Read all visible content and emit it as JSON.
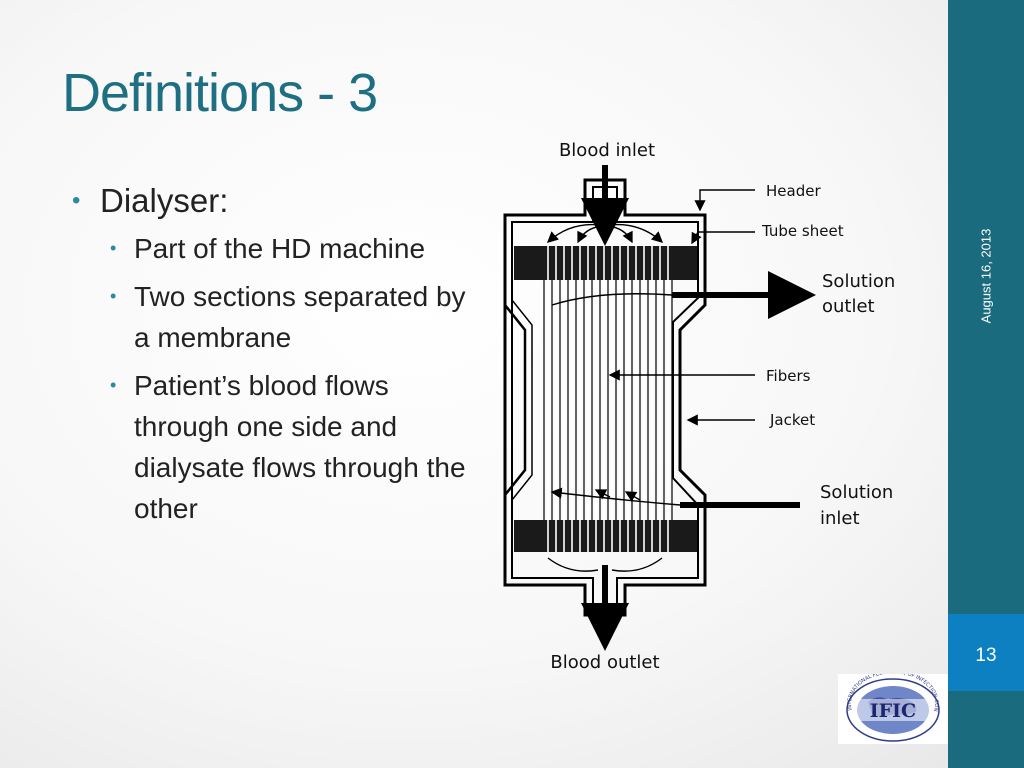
{
  "slide": {
    "title": "Definitions - 3",
    "date": "August 16, 2013",
    "page_number": "13"
  },
  "content": {
    "main_bullet": "Dialyser:",
    "sub_bullets": [
      "Part of the HD machine",
      "Two sections separated by a membrane",
      "Patient’s blood flows through one side and dialysate flows through the other"
    ]
  },
  "diagram": {
    "labels": {
      "blood_inlet": "Blood inlet",
      "header": "Header",
      "tube_sheet": "Tube sheet",
      "solution_outlet_1": "Solution",
      "solution_outlet_2": "outlet",
      "fibers": "Fibers",
      "jacket": "Jacket",
      "solution_inlet_1": "Solution",
      "solution_inlet_2": "inlet",
      "blood_outlet": "Blood outlet"
    }
  },
  "logo": {
    "text": "IFIC",
    "ring_text": "INTERNATIONAL FEDERATION OF INFECTION CONTROL"
  }
}
